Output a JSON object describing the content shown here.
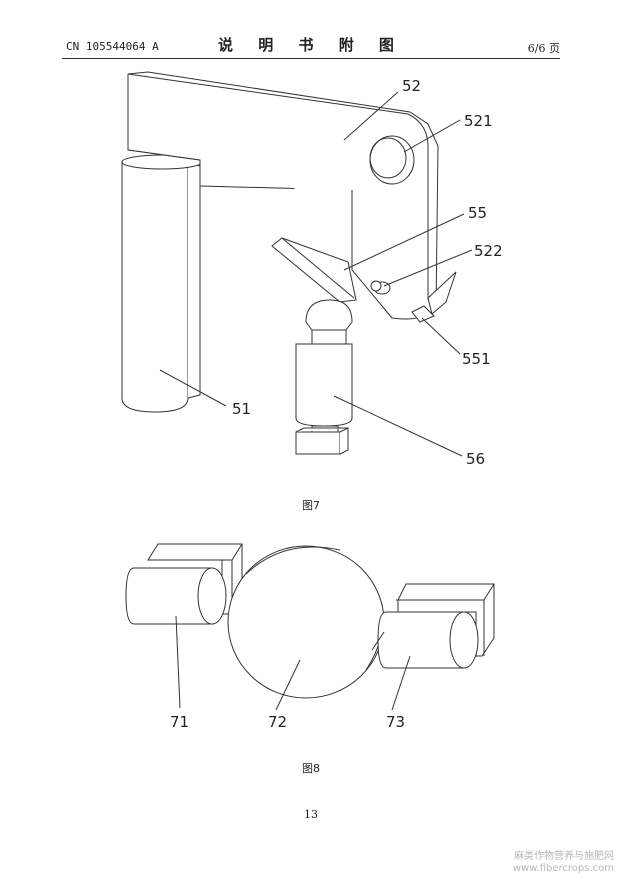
{
  "header": {
    "patent_number": "CN 105544064 A",
    "section_title": "说 明 书 附 图",
    "page_indicator": "6/6 页"
  },
  "figure7": {
    "caption": "图7",
    "labels": {
      "p52": "52",
      "p521": "521",
      "p55": "55",
      "p522": "522",
      "p551": "551",
      "p51": "51",
      "p56": "56"
    }
  },
  "figure8": {
    "caption": "图8",
    "labels": {
      "p71": "71",
      "p72": "72",
      "p73": "73"
    }
  },
  "footer": {
    "page_number": "13"
  },
  "watermark": {
    "line1": "麻类作物营养与施肥网",
    "line2": "www.fibercrops.com"
  }
}
